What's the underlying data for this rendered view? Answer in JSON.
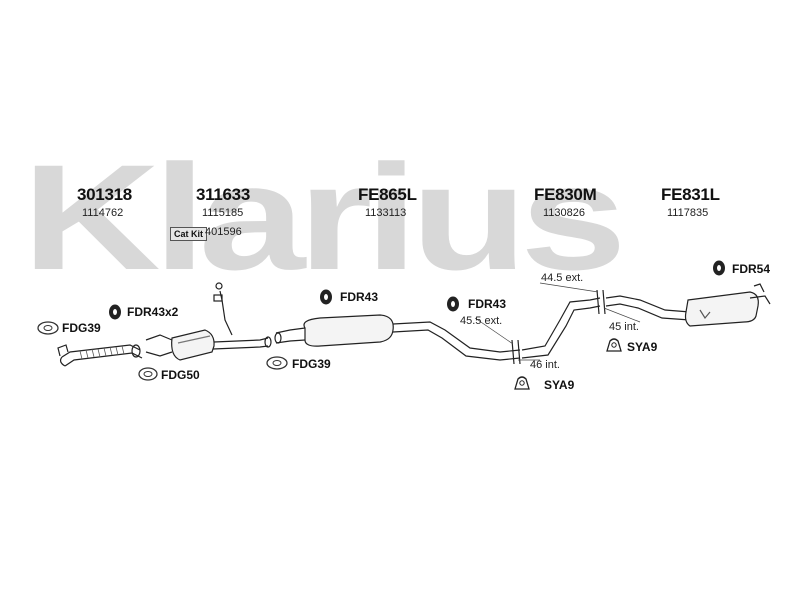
{
  "watermark": "Klarius",
  "parts": [
    {
      "number": "301318",
      "ref": "1114762"
    },
    {
      "number": "311633",
      "ref": "1115185"
    },
    {
      "number": "FE865L",
      "ref": "1133113"
    },
    {
      "number": "FE830M",
      "ref": "1130826"
    },
    {
      "number": "FE831L",
      "ref": "1117835"
    }
  ],
  "cat_kit": {
    "label": "Cat Kit",
    "ref": "401596"
  },
  "fittings": {
    "fdg39_a": "FDG39",
    "fdr43x2": "FDR43x2",
    "fdg50": "FDG50",
    "fdr43_a": "FDR43",
    "fdg39_b": "FDG39",
    "fdr43_b": "FDR43",
    "fdr54": "FDR54",
    "sya9_a": "SYA9",
    "sya9_b": "SYA9"
  },
  "dimensions": {
    "ext_45_5": "45.5 ext.",
    "int_46": "46 int.",
    "ext_44_5": "44.5 ext.",
    "int_45": "45 int."
  },
  "icons": [
    "flange-gasket-icon",
    "rubber-mount-icon",
    "clamp-icon"
  ]
}
